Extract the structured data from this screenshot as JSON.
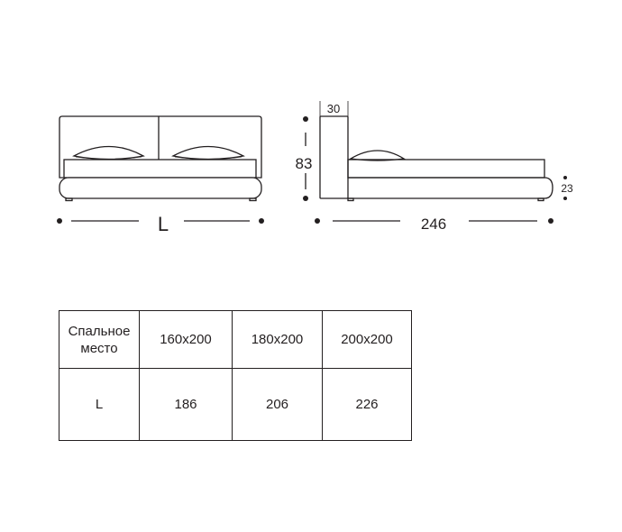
{
  "front_view": {
    "width_label": "L"
  },
  "side_view": {
    "headboard_thickness": "30",
    "height": "83",
    "base_height": "23",
    "length": "246"
  },
  "table": {
    "header": [
      "Спальное место",
      "160x200",
      "180x200",
      "200x200"
    ],
    "header_line1": "Спальное",
    "header_line2": "место",
    "row": [
      "L",
      "186",
      "206",
      "226"
    ]
  }
}
